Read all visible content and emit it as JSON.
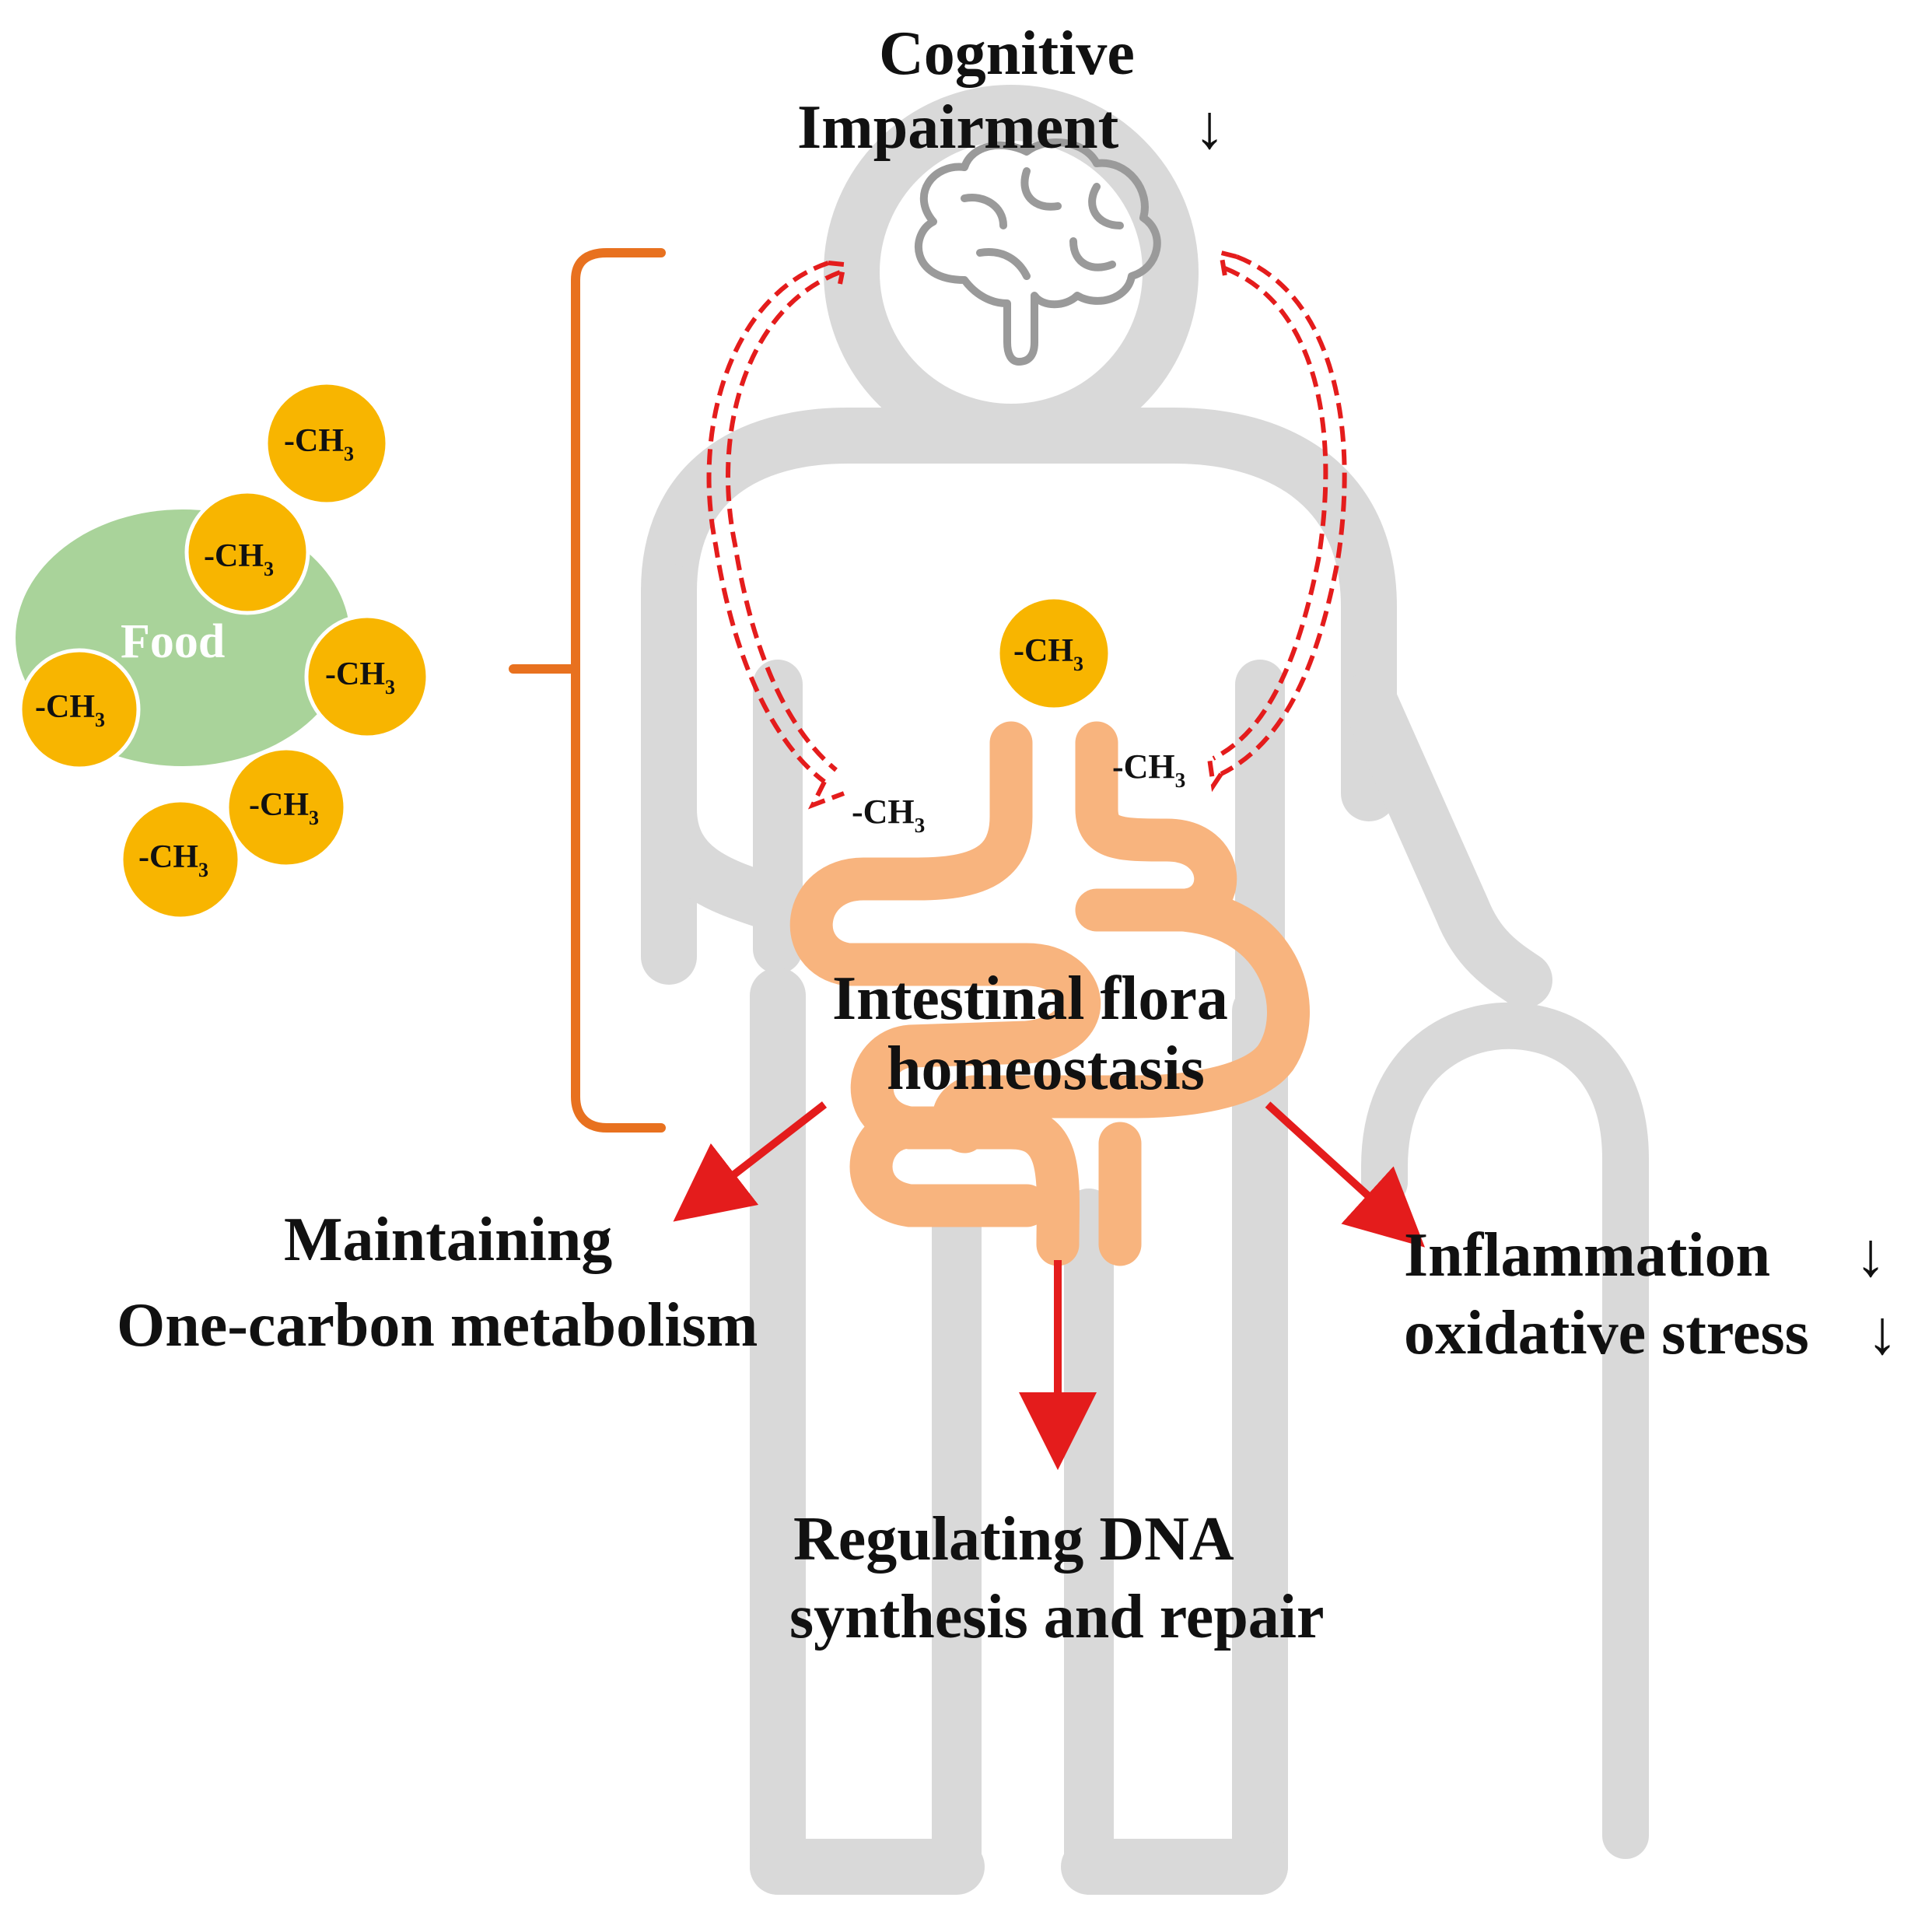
{
  "labels": {
    "cognitive_line1": "Cognitive",
    "cognitive_line2": "Impairment",
    "down_arrow": "↓",
    "flora_line1": "Intestinal flora",
    "flora_line2": "homeostasis",
    "maintaining_line1": "Maintaining",
    "maintaining_line2": "One-carbon metabolism",
    "regulating_line1": "Regulating DNA",
    "regulating_line2": "synthesis and repair",
    "inflammation_line1": "Inflammation",
    "inflammation_line2": "oxidative stress",
    "food": "Food"
  },
  "methyl": {
    "prefix": "-CH",
    "subscript": "3"
  },
  "colors": {
    "figure_gray": "#d9d9d9",
    "food_green": "#a9d39a",
    "methyl_orange": "#f8b500",
    "intestine_orange": "#f8b47e",
    "bracket_orange": "#e8711f",
    "arrow_red": "#e41c1c",
    "dashed_red": "#e41c1c",
    "brain_gray": "#9a9a9a"
  },
  "icons": {
    "person": "elderly-person-with-cane-icon",
    "brain": "brain-icon",
    "intestine": "intestine-icon"
  }
}
